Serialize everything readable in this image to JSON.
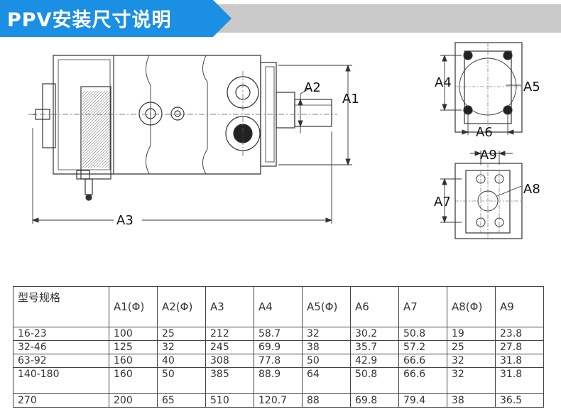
{
  "header": {
    "title": "PPV安装尺寸说明",
    "accent": "#1a8fe3",
    "bar_color": "#c9c9c9"
  },
  "drawing": {
    "labels": {
      "a1": "A1",
      "a2": "A2",
      "a3": "A3",
      "a4": "A4",
      "a5": "A5",
      "a6": "A6",
      "a7": "A7",
      "a8": "A8",
      "a9": "A9"
    }
  },
  "table": {
    "headers": [
      "型号规格",
      "A1(Φ)",
      "A2(Φ)",
      "A3",
      "A4",
      "A5(Φ)",
      "A6",
      "A7",
      "A8(Φ)",
      "A9"
    ],
    "rows": [
      [
        "16-23",
        "100",
        "25",
        "212",
        "58.7",
        "32",
        "30.2",
        "50.8",
        "19",
        "23.8"
      ],
      [
        "32-46",
        "125",
        "32",
        "245",
        "69.9",
        "38",
        "35.7",
        "57.2",
        "25",
        "27.8"
      ],
      [
        "63-92",
        "160",
        "40",
        "308",
        "77.8",
        "50",
        "42.9",
        "66.6",
        "32",
        "31.8"
      ],
      [
        "140-180",
        "160",
        "50",
        "385",
        "88.9",
        "64",
        "50.8",
        "66.6",
        "32",
        "31.8"
      ],
      [
        "270",
        "200",
        "65",
        "510",
        "120.7",
        "88",
        "69.8",
        "79.4",
        "38",
        "36.5"
      ]
    ]
  }
}
